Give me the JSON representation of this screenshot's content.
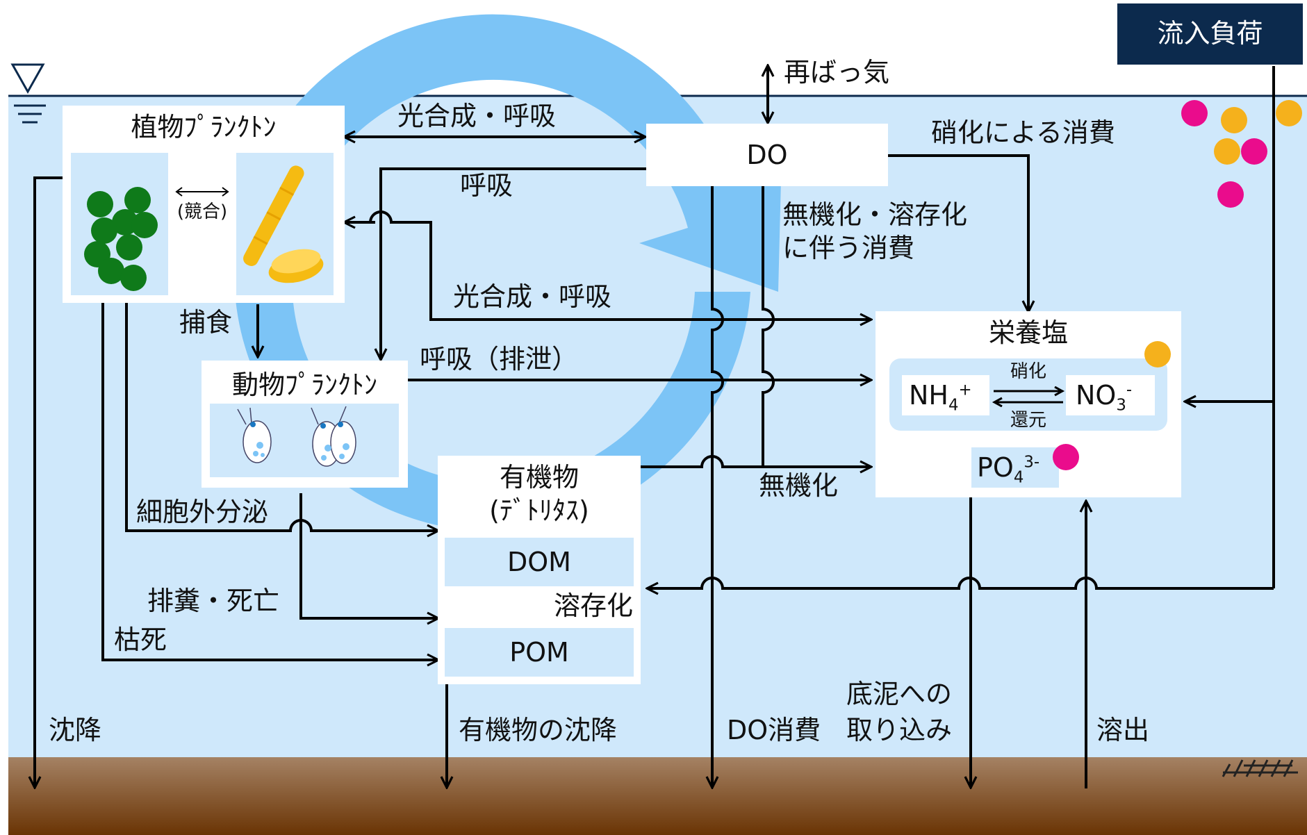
{
  "colors": {
    "water": "#cfe8fb",
    "sediment_top": "#a58264",
    "sediment_bottom": "#6a3404",
    "cycle_arrow": "#7cc4f6",
    "inflow_box": "#0c2a4d",
    "phyto_green": "#0f7a1a",
    "phyto_yellow": "#f5bb12",
    "dot_magenta": "#ea0c8c",
    "dot_orange": "#f5b11c",
    "arrow": "#000000"
  },
  "icons": {
    "water_surface": "water-level-triangle-icon",
    "sediment": "sediment-hatch-icon"
  },
  "inflow": {
    "label": "流入負荷"
  },
  "reaeration": {
    "label": "再ばっ気"
  },
  "do_box": {
    "label": "DO"
  },
  "phytoplankton": {
    "title": "植物ﾌﾟﾗﾝｸﾄﾝ",
    "competition": "(競合)"
  },
  "zooplankton": {
    "title": "動物ﾌﾟﾗﾝｸﾄﾝ"
  },
  "organic": {
    "title_line1": "有機物",
    "title_line2": "(ﾃﾞﾄﾘﾀｽ)",
    "dom": "DOM",
    "pom": "POM",
    "dissolution": "溶存化"
  },
  "nutrients": {
    "title": "栄養塩",
    "nh4": {
      "base": "NH",
      "sub": "4",
      "sup": "+"
    },
    "no3": {
      "base": "NO",
      "sub": "3",
      "sup": "-"
    },
    "po4": {
      "base": "PO",
      "sub": "4",
      "sup": "3-"
    },
    "nitrification": "硝化",
    "reduction": "還元"
  },
  "flows": {
    "photosynthesis_top": "光合成・呼吸",
    "respiration": "呼吸",
    "nitrification_consumption": "硝化による消費",
    "mineralization_consumption_line1": "無機化・溶存化",
    "mineralization_consumption_line2": "に伴う消費",
    "photosynthesis_mid": "光合成・呼吸",
    "respiration_excretion": "呼吸（排泄）",
    "mineralization": "無機化",
    "grazing": "捕食",
    "extracellular": "細胞外分泌",
    "excretion_death": "排糞・死亡",
    "withering": "枯死",
    "settling": "沈降",
    "organic_settling": "有機物の沈降",
    "do_consumption": "DO消費",
    "sediment_uptake_line1": "底泥への",
    "sediment_uptake_line2": "取り込み",
    "release": "溶出"
  }
}
